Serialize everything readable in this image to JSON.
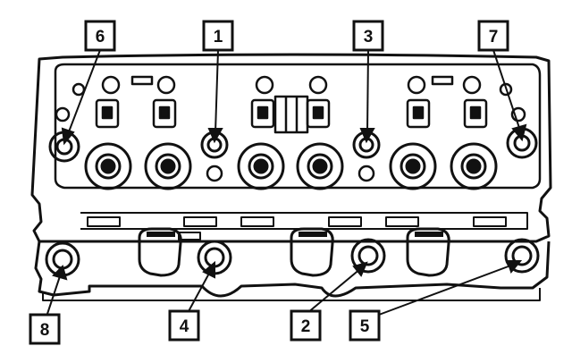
{
  "colors": {
    "ink": "#111111",
    "paper": "#ffffff",
    "shade": "#d9d9d9"
  },
  "callouts": [
    {
      "id": "6",
      "label": "6"
    },
    {
      "id": "1",
      "label": "1"
    },
    {
      "id": "3",
      "label": "3"
    },
    {
      "id": "7",
      "label": "7"
    },
    {
      "id": "8",
      "label": "8"
    },
    {
      "id": "4",
      "label": "4"
    },
    {
      "id": "2",
      "label": "2"
    },
    {
      "id": "5",
      "label": "5"
    }
  ]
}
